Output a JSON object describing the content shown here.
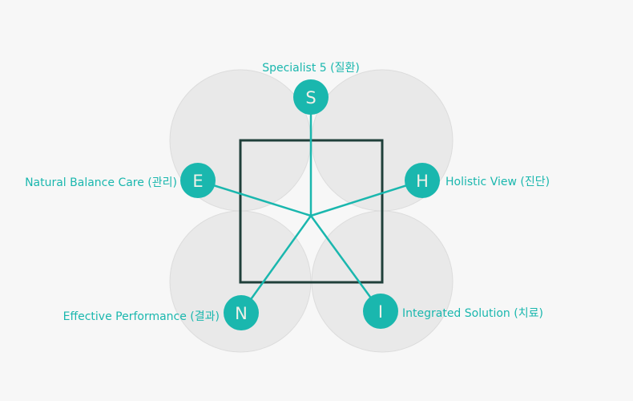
{
  "colors": {
    "accent": "#1ab7ae",
    "frame": "#20403a",
    "circle_fill": "#e9e9e9",
    "circle_stroke": "#dcdcdc",
    "background": "#f7f7f7"
  },
  "nodes": [
    {
      "id": "s",
      "letter": "S",
      "label": "Specialist 5 (질환)"
    },
    {
      "id": "h",
      "letter": "H",
      "label": "Holistic View (진단)"
    },
    {
      "id": "i",
      "letter": "I",
      "label": "Integrated Solution (치료)"
    },
    {
      "id": "n",
      "letter": "N",
      "label": "Effective Performance (결과)"
    },
    {
      "id": "e",
      "letter": "E",
      "label": "Natural Balance Care (관리)"
    }
  ]
}
